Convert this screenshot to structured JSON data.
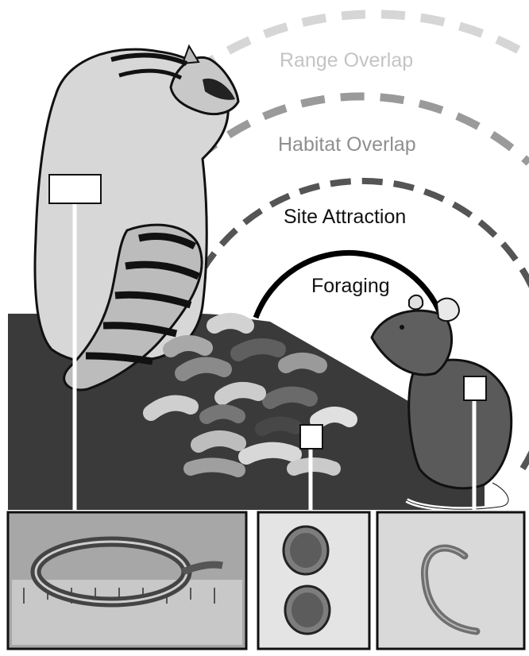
{
  "zones": {
    "range": "Range Overlap",
    "habitat": "Habitat Overlap",
    "site": "Site Attraction",
    "foraging": "Foraging"
  },
  "colors": {
    "range": "#d4d4d4",
    "habitat": "#9a9a9a",
    "site": "#5a5a5a",
    "foraging": "#000000",
    "ground": "#3a3a3a"
  },
  "figures": {
    "host": "raccoon",
    "intermediate": "mouse",
    "source": "feces-pile"
  },
  "panels": [
    "adult-roundworm",
    "eggs",
    "larva"
  ]
}
